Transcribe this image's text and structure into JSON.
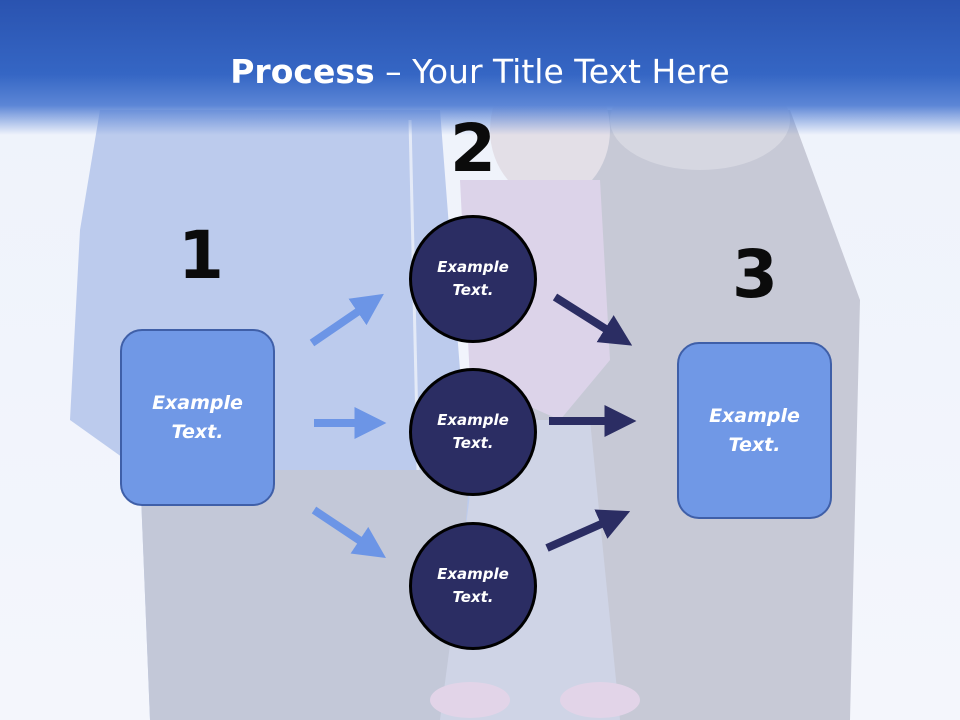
{
  "slide": {
    "title_bold": "Process",
    "title_rest": " – Your Title Text Here",
    "numbers": [
      "1",
      "2",
      "3"
    ],
    "left_box": "Example Text.",
    "right_box": "Example Text.",
    "circles": [
      "Example Text.",
      "Example Text.",
      "Example Text."
    ]
  },
  "colors": {
    "header": "#3566c4",
    "box_fill": "#7098e6",
    "circle_fill": "#2b2d63",
    "arrow_light": "#6c95e6",
    "arrow_dark": "#2b2d63"
  }
}
